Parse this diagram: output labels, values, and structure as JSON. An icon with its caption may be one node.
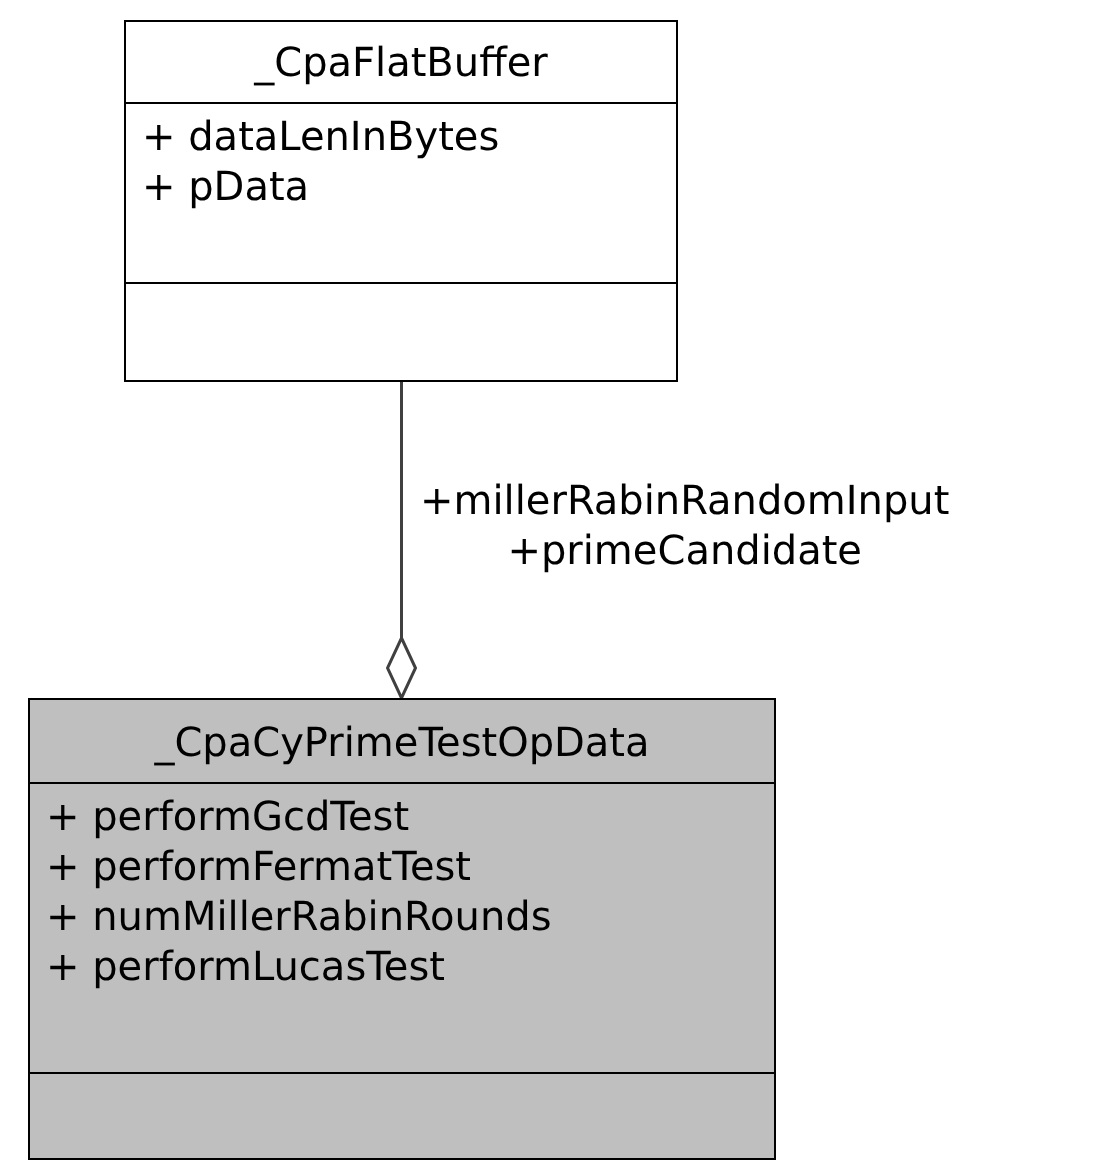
{
  "diagram": {
    "nodes": [
      {
        "text": [
          "_CpaFlatBuffer",
          "+ dataLenInBytes",
          "+ pData"
        ]
      },
      {
        "text": [
          "_CpaCyPrimeTestOpData",
          "+ performGcdTest",
          "+ performFermatTest",
          "+ numMillerRabinRounds",
          "+ performLucasTest"
        ]
      }
    ],
    "edges": [
      {
        "from": 0,
        "to": 1,
        "arrow": "other",
        "label": "+millerRabinRandomInput +primeCandidate"
      }
    ]
  }
}
